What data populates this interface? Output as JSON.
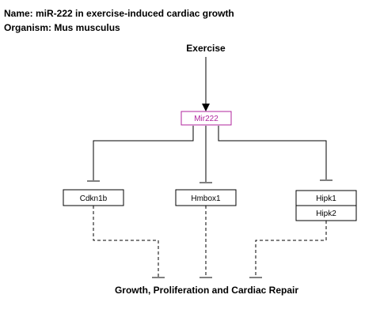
{
  "header": {
    "name_line": "Name: miR-222 in exercise-induced cardiac growth",
    "organism_line": "Organism: Mus musculus"
  },
  "nodes": {
    "exercise": "Exercise",
    "mir": "Mir222",
    "cdkn1b": "Cdkn1b",
    "hmbox1": "Hmbox1",
    "hipk1": "Hipk1",
    "hipk2": "Hipk2",
    "outcome": "Growth, Proliferation and Cardiac Repair"
  },
  "colors": {
    "mir_accent": "#b0249e",
    "line": "#000000"
  }
}
